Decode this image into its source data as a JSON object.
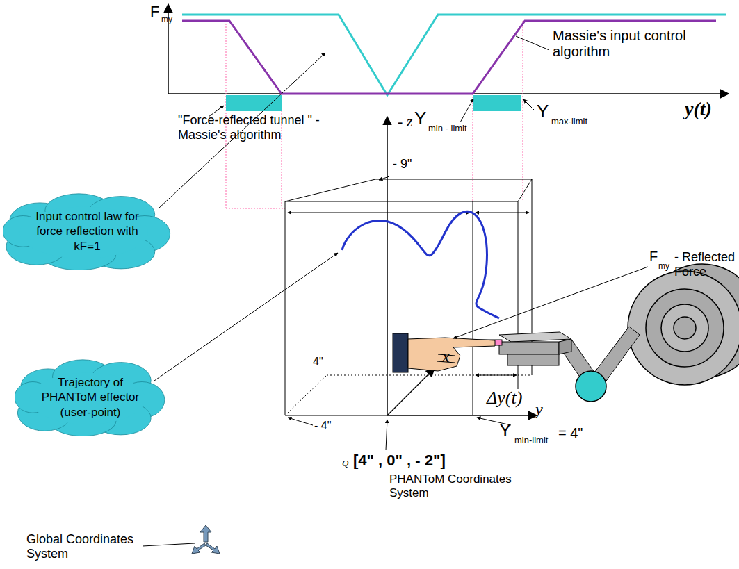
{
  "diagram": {
    "nodes": [
      {
        "text": [
          "Input control law for force reflection with kF=1"
        ]
      },
      {
        "text": [
          "Trajectory of PHANToM effector (user-point)"
        ]
      }
    ],
    "labels": [
      "F",
      "my",
      "Massie's input control algorithm",
      "\"Force-reflected tunnel \" - Massie's algorithm",
      "- z",
      "Y",
      "min - limit",
      "Y",
      "max-limit",
      "y(t)",
      "- 9\"",
      "F",
      "my",
      "- Reflected Force",
      "4\"",
      "x",
      "Δy(t)",
      "- 4\"",
      "y",
      "Y",
      "min-limit",
      "= 4\"",
      "Q",
      "[4\" , 0\" , - 2\"]",
      "PHANToM Coordinates System",
      "Global Coordinates System"
    ]
  }
}
